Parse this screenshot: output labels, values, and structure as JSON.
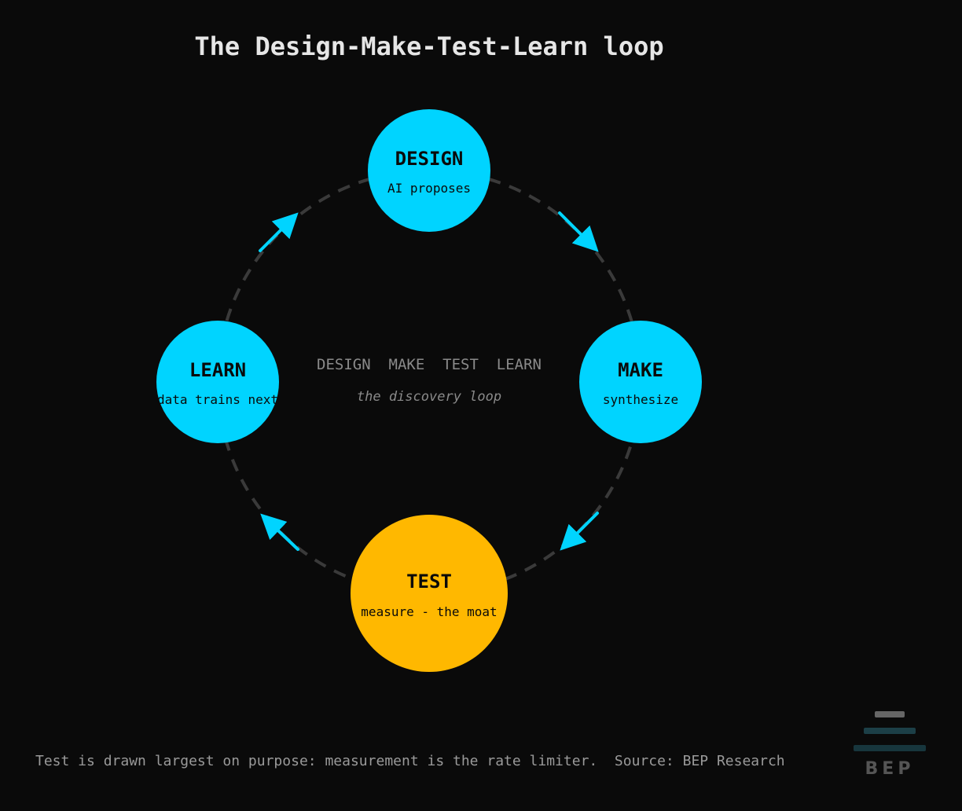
{
  "title": "The Design-Make-Test-Learn loop",
  "colors": {
    "background": "#0a0a0a",
    "title": "#e6e6e6",
    "node_primary": "#00d4ff",
    "node_highlight": "#ffb800",
    "node_text": "#0a0a0a",
    "arrow": "#00d4ff",
    "loop_dash": "#3a3a3a",
    "center_text": "#8a8a8a",
    "footer_text": "#9a9a9a",
    "logo": "#555555",
    "logo_accent": "#17363d"
  },
  "nodes": [
    {
      "id": "design",
      "label": "DESIGN",
      "sublabel": "AI proposes",
      "highlight": false
    },
    {
      "id": "make",
      "label": "MAKE",
      "sublabel": "synthesize",
      "highlight": false
    },
    {
      "id": "test",
      "label": "TEST",
      "sublabel": "measure - the moat",
      "highlight": true
    },
    {
      "id": "learn",
      "label": "LEARN",
      "sublabel": "data trains next",
      "highlight": false
    }
  ],
  "center": {
    "words": "DESIGN  MAKE  TEST  LEARN",
    "subtitle": "the discovery loop"
  },
  "footer": {
    "note": "Test is drawn largest on purpose: measurement is the rate limiter.  Source: BEP Research"
  },
  "logo": {
    "text": "BEP"
  }
}
